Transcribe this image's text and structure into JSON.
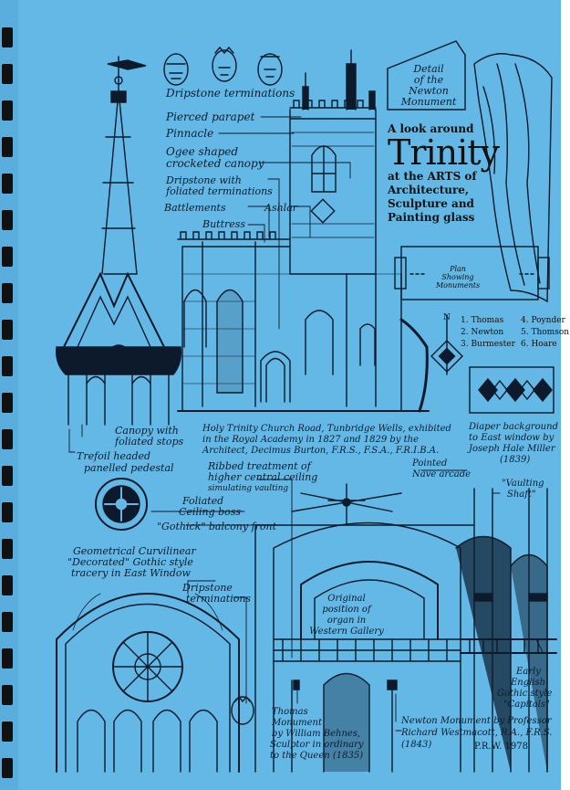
{
  "title": {
    "intro": "A look around",
    "name": "Trinity",
    "subtitle_lines": [
      "at the ARTS of",
      "Architecture,",
      "Sculpture and",
      "Painting glass"
    ]
  },
  "labels": {
    "dripstone_terminations_top": "Dripstone terminations",
    "pierced_parapet": "Pierced parapet",
    "pinnacle": "Pinnacle",
    "ogee_canopy_1": "Ogee shaped",
    "ogee_canopy_2": "crocketed canopy",
    "dripstone_foliated_1": "Dripstone with",
    "dripstone_foliated_2": "foliated terminations",
    "battlements": "Battlements",
    "ashlar": "Ashlar",
    "buttress": "Buttress",
    "newton_detail_1": "Detail",
    "newton_detail_2": "of the",
    "newton_detail_3": "Newton",
    "newton_detail_4": "Monument",
    "canopy_stops_1": "Canopy with",
    "canopy_stops_2": "foliated stops",
    "trefoil_1": "Trefoil headed",
    "trefoil_2": "panelled pedestal",
    "church_caption_1": "Holy Trinity Church Road, Tunbridge Wells, exhibited",
    "church_caption_2": "in the Royal Academy in 1827 and 1829 by the",
    "church_caption_3": "Architect, Decimus Burton, F.R.S., F.S.A., F.R.I.B.A.",
    "diaper_1": "Diaper background",
    "diaper_2": "to East window by",
    "diaper_3": "Joseph Hale Miller",
    "diaper_4": "(1839)",
    "ribbed_1": "Ribbed treatment of",
    "ribbed_2": "higher central ceiling",
    "ribbed_3": "simulating vaulting",
    "pointed_nave_1": "Pointed",
    "pointed_nave_2": "Nave arcade",
    "vaulting_1": "\"Vaulting",
    "vaulting_2": "Shaft\"",
    "foliated_boss_1": "Foliated",
    "foliated_boss_2": "Ceiling boss",
    "balcony": "\"Gothick\" balcony front",
    "geometrical_1": "Geometrical Curvilinear",
    "geometrical_2": "\"Decorated\" Gothic style",
    "geometrical_3": "tracery in East Window",
    "dripstone_lower_1": "Dripstone",
    "dripstone_lower_2": "terminations",
    "organ_1": "Original",
    "organ_2": "position of",
    "organ_3": "organ in",
    "organ_4": "Western Gallery",
    "early_english_1": "Early",
    "early_english_2": "English",
    "early_english_3": "Gothic style",
    "early_english_4": "\"Capitals\"",
    "thomas_1": "Thomas",
    "thomas_2": "Monument",
    "thomas_3": "by William Behnes,",
    "thomas_4": "Sculptor in ordinary",
    "thomas_5": "to the Queen (1835)",
    "newton_mon_1": "Newton Monument by Professor",
    "newton_mon_2": "Richard Westmacott, R.A., F.R.S.",
    "newton_mon_3": "(1843)",
    "signature": "P.R.W. 1978"
  },
  "plan": {
    "line1": "Plan",
    "line2": "Showing",
    "line3": "Monuments"
  },
  "legend": {
    "row1_a": "1. Thomas",
    "row1_b": "4. Poynder",
    "row2_a": "2. Newton",
    "row2_b": "5. Thomson",
    "row3_a": "3. Burmester",
    "row3_b": "6. Hoare",
    "compass": "N"
  },
  "colors": {
    "paper": "#63b8e6",
    "ink": "#0d1a2b",
    "binding": "#111111"
  }
}
